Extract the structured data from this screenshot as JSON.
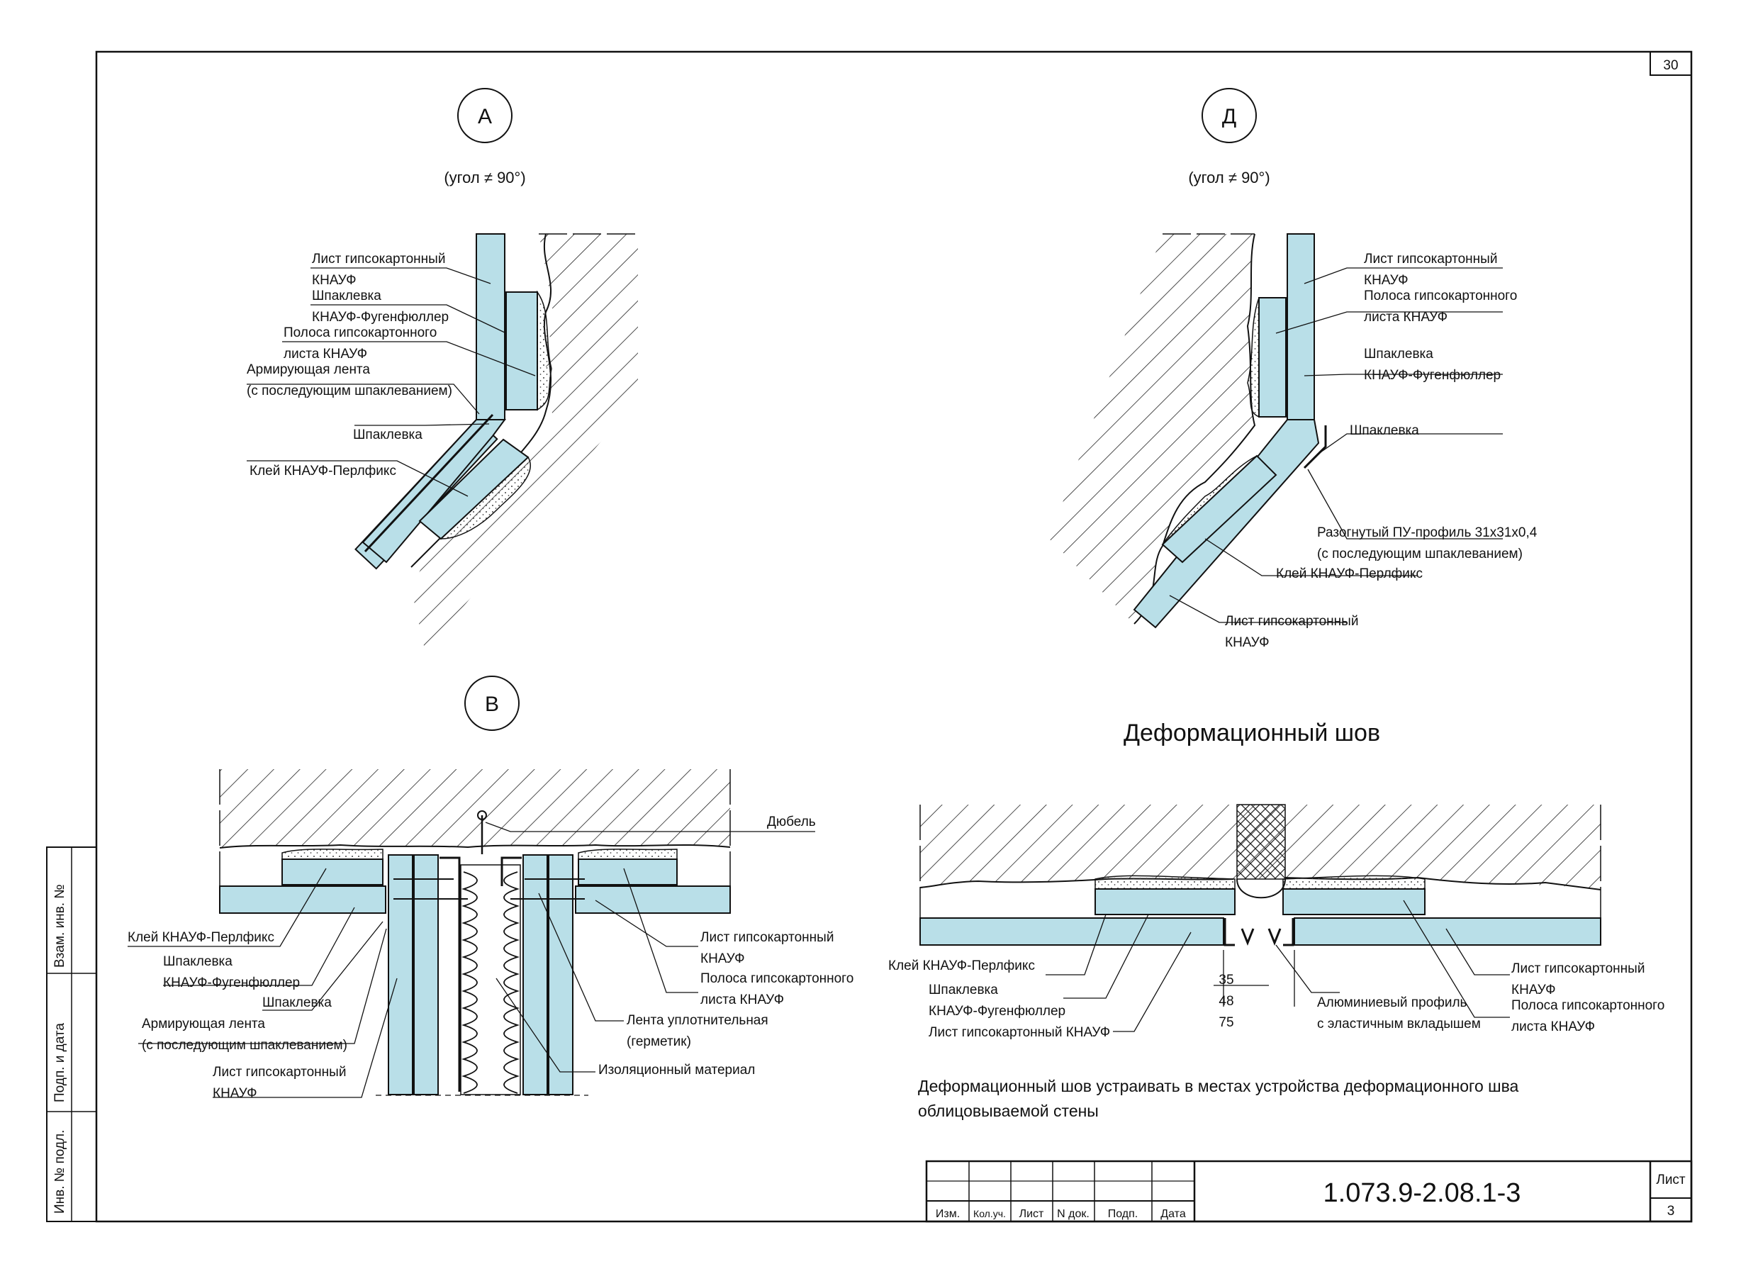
{
  "sheet": {
    "page_number": "30",
    "sheet_label": "Лист",
    "sheet_number": "3",
    "document_code": "1.073.9-2.08.1-3"
  },
  "side_stamp": {
    "vzam": "Взам. инв. №",
    "podp": "Подп. и дата",
    "inv": "Инв. № подл."
  },
  "title_block": {
    "columns": [
      "Изм.",
      "Кол.уч.",
      "Лист",
      "N док.",
      "Подп.",
      "Дата"
    ]
  },
  "detail_a": {
    "marker": "А",
    "subtitle": "(угол ≠ 90°)",
    "labels": [
      "Лист гипсокартонный",
      "КНАУФ",
      "Шпаклевка",
      "КНАУФ-Фугенфюллер",
      "Полоса гипсокартонного",
      "листа КНАУФ",
      "Армирующая лента",
      "(с последующим шпаклеванием)",
      "Шпаклевка",
      "Клей КНАУФ-Перлфикс"
    ]
  },
  "detail_d": {
    "marker": "Д",
    "subtitle": "(угол ≠ 90°)",
    "labels": [
      "Лист гипсокартонный",
      "КНАУФ",
      "Полоса гипсокартонного",
      "листа КНАУФ",
      "Шпаклевка",
      "КНАУФ-Фугенфюллер",
      "Шпаклевка",
      "Разогнутый ПУ-профиль 31x31x0,4",
      "(с последующим шпаклеванием)",
      "Клей КНАУФ-Перлфикс",
      "Лист гипсокартонный",
      "КНАУФ"
    ]
  },
  "detail_v": {
    "marker": "В",
    "labels_left": [
      "Клей КНАУФ-Перлфикс",
      "Шпаклевка",
      "КНАУФ-Фугенфюллер",
      "Шпаклевка",
      "Армирующая лента",
      "(с последующим шпаклеванием)",
      "Лист гипсокартонный",
      "КНАУФ"
    ],
    "labels_right": [
      "Дюбель",
      "Лист гипсокартонный",
      "КНАУФ",
      "Полоса гипсокартонного",
      "листа КНАУФ",
      "Лента уплотнительная",
      "(герметик)",
      "Изоляционный материал"
    ]
  },
  "deformation": {
    "title": "Деформационный шов",
    "labels_left": [
      "Клей КНАУФ-Перлфикс",
      "Шпаклевка",
      "КНАУФ-Фугенфюллер",
      "Лист гипсокартонный КНАУФ"
    ],
    "dims": [
      "35",
      "48",
      "75"
    ],
    "labels_mid": [
      "Алюминиевый профиль",
      "с эластичным вкладышем"
    ],
    "labels_right": [
      "Лист гипсокартонный",
      "КНАУФ",
      "Полоса гипсокартонного",
      "листа КНАУФ"
    ],
    "note_line1": "Деформационный шов устраивать в местах устройства деформационного шва",
    "note_line2": "облицовываемой стены"
  },
  "colors": {
    "board": "#b9dfe8",
    "ink": "#1a1a1a"
  }
}
